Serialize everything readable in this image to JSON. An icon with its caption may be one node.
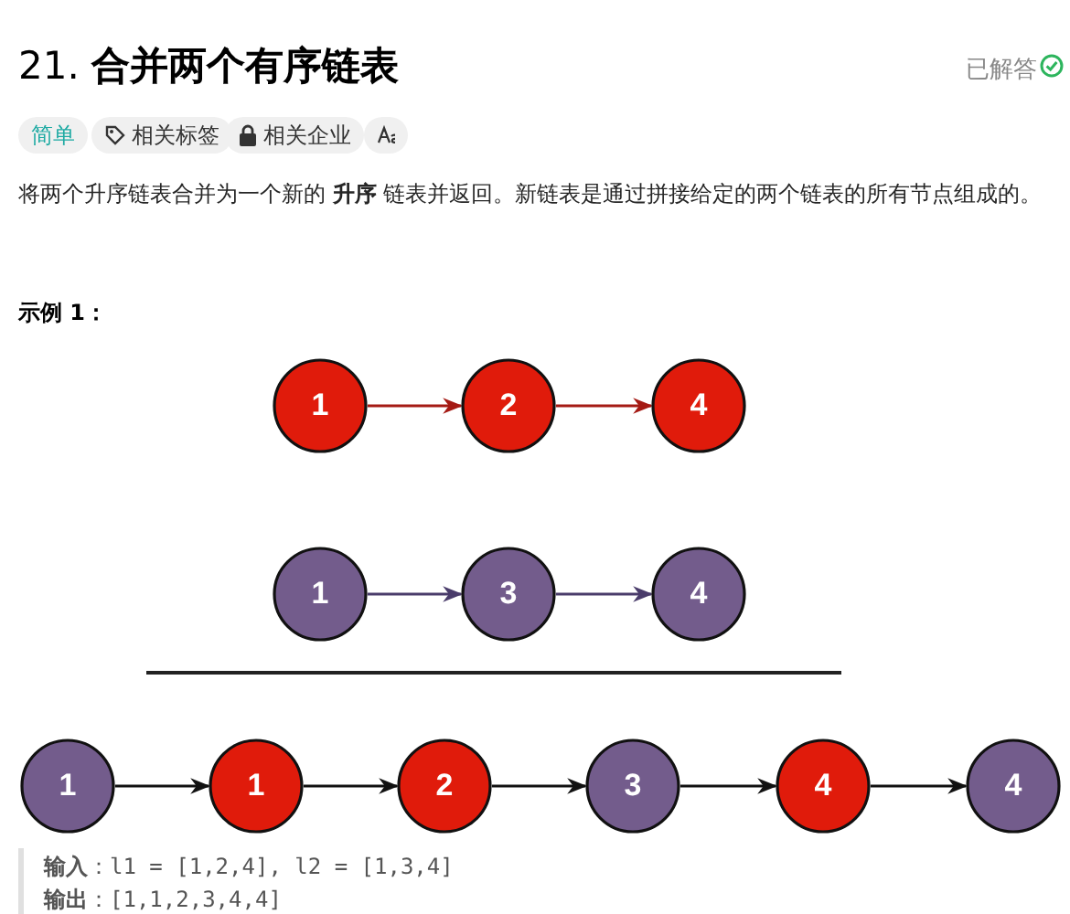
{
  "diagram": {
    "title": "21. **合并两个有序链表**",
    "nodes": [
      {
        "text": [
          "1"
        ]
      },
      {
        "text": [
          "2"
        ]
      },
      {
        "text": [
          "4"
        ]
      },
      {
        "text": [
          "1"
        ]
      },
      {
        "text": [
          "3"
        ]
      },
      {
        "text": [
          "4"
        ]
      },
      {
        "text": [
          "1"
        ]
      },
      {
        "text": [
          "1"
        ]
      },
      {
        "text": [
          "2"
        ]
      },
      {
        "text": [
          "3"
        ]
      },
      {
        "text": [
          "4"
        ]
      },
      {
        "text": [
          "4"
        ]
      }
    ],
    "edges": [
      {
        "from": 0,
        "to": 1,
        "arrow": "to",
        "color": "#a51a14"
      },
      {
        "from": 1,
        "to": 2,
        "arrow": "to",
        "color": "#a51a14"
      },
      {
        "from": 3,
        "to": 4,
        "arrow": "to",
        "color": "#4a3c6b"
      },
      {
        "from": 4,
        "to": 5,
        "arrow": "to",
        "color": "#4a3c6b"
      },
      {
        "from": 6,
        "to": 7,
        "arrow": "to"
      },
      {
        "from": 7,
        "to": 8,
        "arrow": "to"
      },
      {
        "from": 8,
        "to": 9,
        "arrow": "to"
      },
      {
        "from": 9,
        "to": 10,
        "arrow": "to"
      },
      {
        "from": 10,
        "to": 11,
        "arrow": "to"
      }
    ],
    "labels": [
      "已解答",
      "简单",
      "相关标签",
      "相关企业",
      "将两个升序链表合并为一个新的 **升序** 链表并返回。新链表是通过拼接给定的两个链表的所有节点组成的。",
      "示例 1：",
      "**输入**：l1 = [1,2,4], l2 = [1,3,4]",
      "**输出**：[1,1,2,3,4,4]"
    ]
  }
}
